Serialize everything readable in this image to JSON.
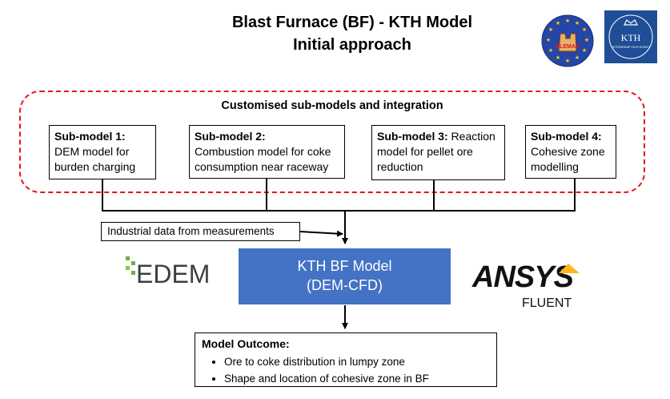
{
  "title": {
    "line1": "Blast Furnace (BF) - KTH Model",
    "line2": "Initial approach"
  },
  "group": {
    "title": "Customised sub-models and integration"
  },
  "submodels": [
    {
      "head": "Sub-model 1:",
      "rest": "",
      "l2": "DEM model for",
      "l3": "burden charging"
    },
    {
      "head": "Sub-model 2:",
      "rest": "",
      "l2": "Combustion model for coke",
      "l3": "consumption near raceway"
    },
    {
      "head": "Sub-model 3:",
      "rest": " Reaction",
      "l2": "model for pellet ore",
      "l3": "reduction"
    },
    {
      "head": "Sub-model 4:",
      "rest": "",
      "l2": "Cohesive zone",
      "l3": "modelling"
    }
  ],
  "industrial": "Industrial data from measurements",
  "kth_model": {
    "line1": "KTH BF Model",
    "line2": "(DEM-CFD)"
  },
  "outcome": {
    "title": "Model Outcome:",
    "items": [
      "Ore to coke distribution in lumpy zone",
      "Shape and location of cohesive zone in BF"
    ]
  },
  "logos": {
    "edem": "EDEM",
    "ansys": "ANSYS",
    "fluent": "FLUENT",
    "blemab": "BLEMAB",
    "kth": "KTH",
    "kth_motto": "VETENSKAP OCH KONST"
  },
  "colors": {
    "dash_border": "#e0191b",
    "model_box": "#4472c4",
    "kth_blue": "#1f4e96",
    "eu_blue": "#2545a8",
    "eu_star": "#ffd200",
    "ansys_yellow": "#ffb71b",
    "edem_green": "#6ab04c"
  }
}
